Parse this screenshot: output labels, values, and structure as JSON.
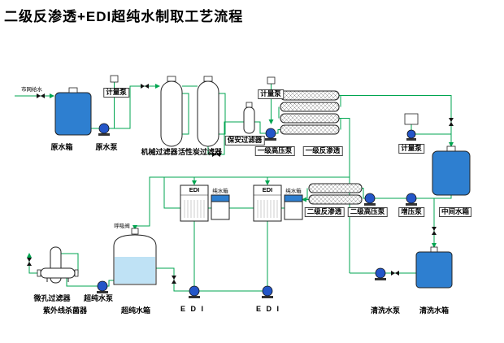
{
  "title": "二级反渗透+EDI超纯水制取工艺流程",
  "colors": {
    "line_green": "#00a550",
    "tank_blue": "#2e7fd0",
    "tank_light": "#bfe2f5",
    "pump_blue": "#2456c8"
  },
  "labels": {
    "municipal_water": "市网给水",
    "raw_water_tank": "原水箱",
    "raw_water_pump": "原水泵",
    "metering_pump_top": "计量泵",
    "metering_pump_mid": "计量泵",
    "metering_pump_right": "计量泵",
    "mechanical_filter": "机械过滤器",
    "carbon_filter": "活性炭过滤器",
    "security_filter": "保安过滤器",
    "stage1_hp_pump": "一级高压泵",
    "stage1_ro": "一级反渗透",
    "stage2_ro": "二级反渗透",
    "stage2_hp_pump": "二级高压泵",
    "booster_pump": "增压泵",
    "intermediate_tank": "中间水箱",
    "edi_unit_1": "EDI",
    "edi_unit_2": "EDI",
    "pure_tank_1": "纯水箱",
    "pure_tank_2": "纯水箱",
    "breather_valve": "呼吸阀",
    "micro_filter": "微孔过滤器",
    "uv_sterilizer": "紫外线杀菌器",
    "ultrapure_pump": "超纯水泵",
    "ultrapure_tank": "超纯水箱",
    "edi_system_1": "E D I",
    "edi_system_2": "E D I",
    "cleaning_pump": "清洗水泵",
    "cleaning_tank": "清洗水箱"
  }
}
